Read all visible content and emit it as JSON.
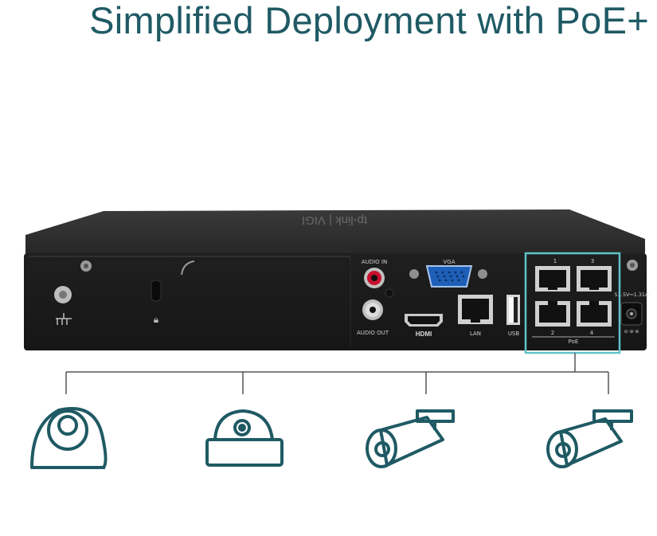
{
  "headline": "Simplified Deployment with PoE+",
  "colors": {
    "teal": "#1f5a64",
    "highlight": "#61c1c9",
    "device_body": "#1c1c1c",
    "line": "#555555"
  },
  "device": {
    "brand_mark": "tp-link | VIGI",
    "ports": {
      "audio_in": "AUDIO IN",
      "audio_out": "AUDIO OUT",
      "vga": "VGA",
      "hdmi": "HDMI",
      "lan": "LAN",
      "usb": "USB",
      "poe": "PoE",
      "poe_1": "1",
      "poe_2": "2",
      "poe_3": "3",
      "poe_4": "4",
      "power": "53.5V⎓1.31A"
    }
  },
  "cameras": [
    {
      "type": "turret-camera-icon"
    },
    {
      "type": "dome-camera-icon"
    },
    {
      "type": "bullet-camera-icon"
    },
    {
      "type": "bullet-camera-icon"
    }
  ]
}
